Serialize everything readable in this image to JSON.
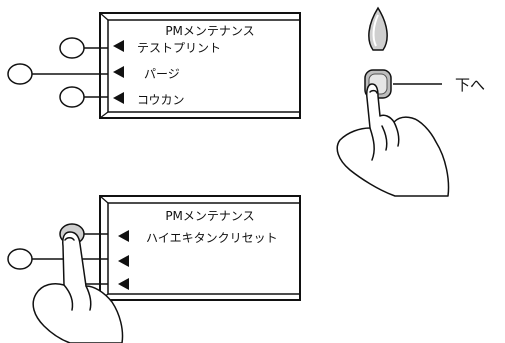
{
  "panel_top": {
    "title": "PMメンテナンス",
    "items": [
      "テストプリント",
      "パージ",
      "コウカン"
    ]
  },
  "panel_bottom": {
    "title": "PMメンテナンス",
    "items": [
      "ハイエキタンクリセット",
      "",
      ""
    ]
  },
  "down_button_caption": "下へ"
}
